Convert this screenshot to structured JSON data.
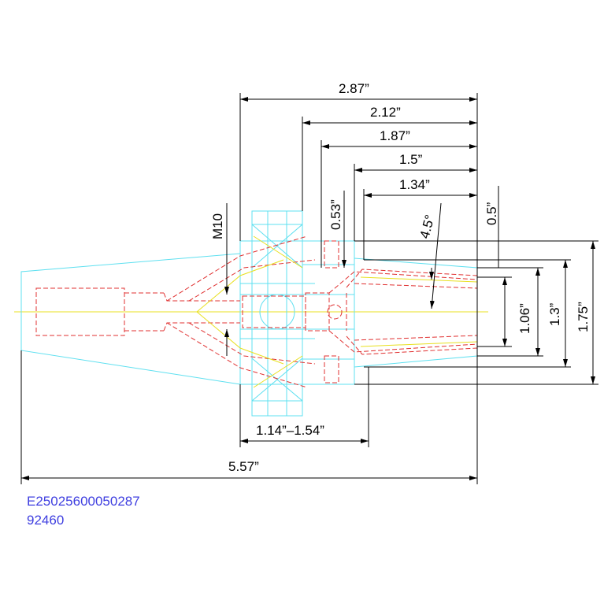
{
  "dimensions": {
    "d_287": "2.87”",
    "d_212": "2.12”",
    "d_187": "1.87”",
    "d_15": "1.5”",
    "d_134": "1.34”",
    "d_053": "0.53”",
    "d_05": "0.5”",
    "d_45": "4.5°",
    "d_m10": "M10",
    "d_106": "1.06”",
    "d_13": "1.3”",
    "d_175": "1.75”",
    "d_114": "1.14”–1.54”",
    "d_557": "5.57”"
  },
  "part": {
    "code": "E25025600050287",
    "number": "92460"
  },
  "colors": {
    "outline": "#5fe0f0",
    "hidden": "#e03030",
    "centerline": "#e8e020",
    "dimension": "#000000",
    "code_text": "#3f3fe0"
  }
}
